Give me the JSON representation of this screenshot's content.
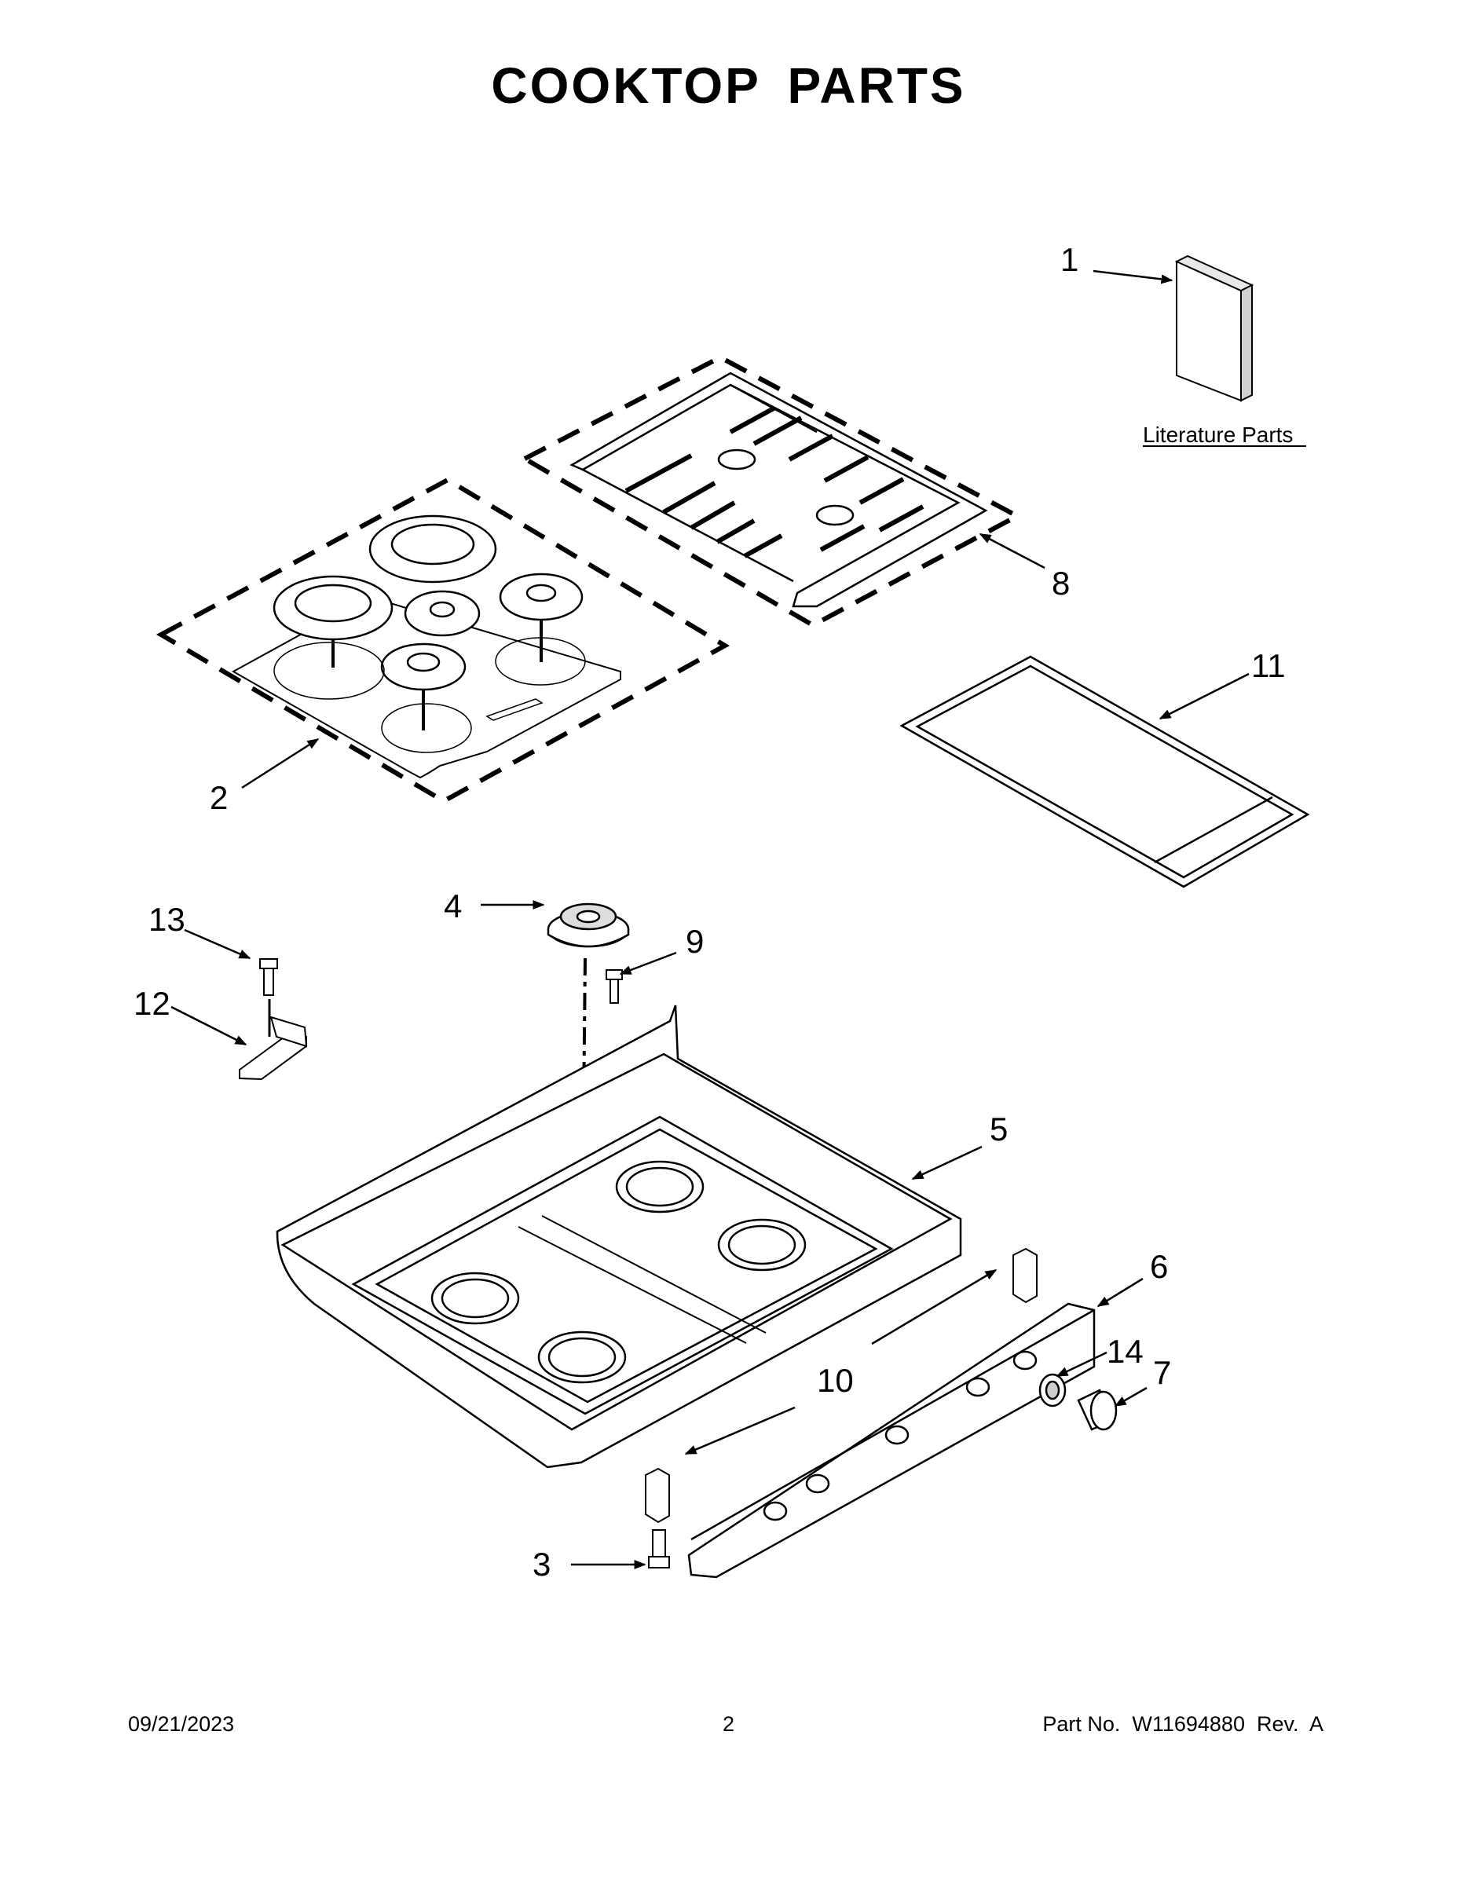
{
  "title": "COOKTOP PARTS",
  "callouts": {
    "c1": "1",
    "c2": "2",
    "c3": "3",
    "c4": "4",
    "c5": "5",
    "c6": "6",
    "c7": "7",
    "c8": "8",
    "c9": "9",
    "c10": "10",
    "c11": "11",
    "c12": "12",
    "c13": "13",
    "c14": "14"
  },
  "literature_label": "Literature Parts",
  "footer": {
    "date": "09/21/2023",
    "page": "2",
    "part_number": "Part No.  W11694880  Rev.  A"
  }
}
